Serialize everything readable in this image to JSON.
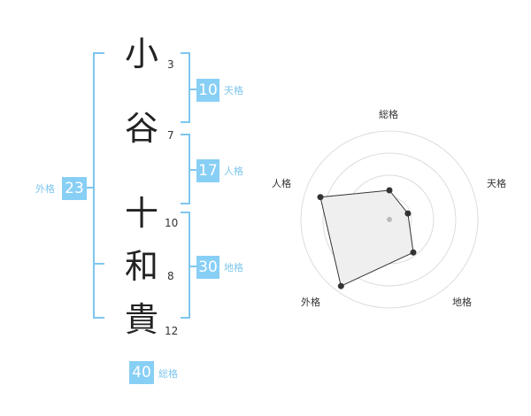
{
  "name": {
    "chars": [
      {
        "char": "小",
        "strokes": "3"
      },
      {
        "char": "谷",
        "strokes": "7"
      },
      {
        "char": "十",
        "strokes": "10"
      },
      {
        "char": "和",
        "strokes": "8"
      },
      {
        "char": "貴",
        "strokes": "12"
      }
    ]
  },
  "fortunes": {
    "tenkaku": {
      "value": "10",
      "label": "天格"
    },
    "jinkaku": {
      "value": "17",
      "label": "人格"
    },
    "chikaku": {
      "value": "30",
      "label": "地格"
    },
    "gaikaku": {
      "value": "23",
      "label": "外格"
    },
    "soukaku": {
      "value": "40",
      "label": "総格"
    }
  },
  "chart_data": {
    "type": "radar",
    "axes": [
      "総格",
      "天格",
      "地格",
      "外格",
      "人格"
    ],
    "values": [
      0.33,
      0.22,
      0.46,
      0.93,
      0.82
    ],
    "range": [
      0,
      1
    ],
    "rings": 4
  },
  "colors": {
    "accent": "#88cff5",
    "bracket": "#7ec6ee",
    "radar_fill": "#efefef",
    "radar_ring": "#dddddd"
  }
}
